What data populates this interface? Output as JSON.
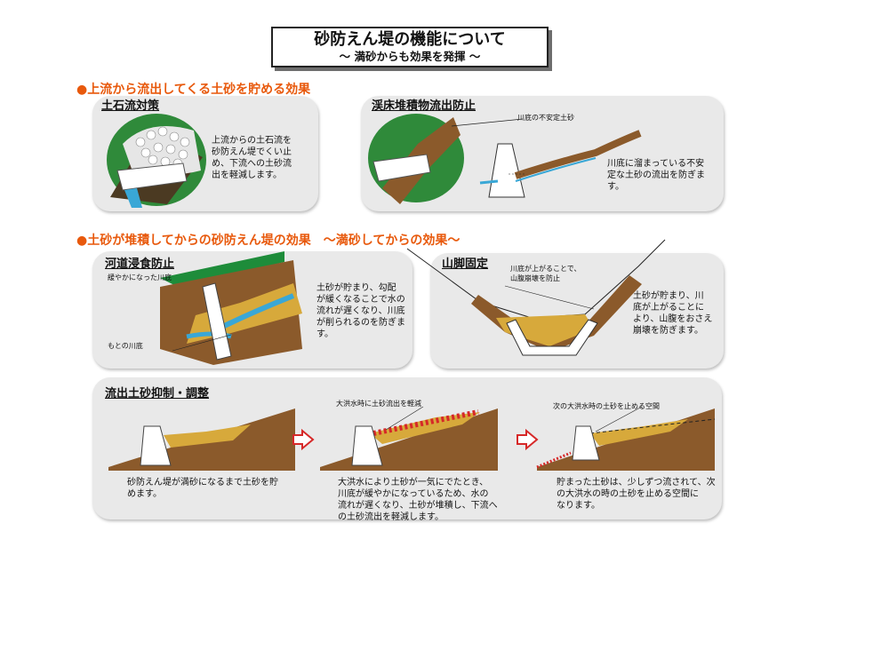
{
  "title": {
    "main": "砂防えん堤の機能について",
    "subtitle": "～ 満砂からも効果を発揮 ～"
  },
  "sections": [
    {
      "heading": "●上流から流出してくる土砂を貯める効果"
    },
    {
      "heading": "●土砂が堆積してからの砂防えん堤の効果　～満砂してからの効果～"
    }
  ],
  "panels": {
    "debris_flow": {
      "title": "土石流対策",
      "text": "上流からの土石流を\n砂防えん堤でくい止\nめ、下流への土砂流\n出を軽減します。"
    },
    "bed_sediment": {
      "title": "渓床堆積物流出防止",
      "label": "川底の不安定土砂",
      "text": "川底に溜まっている不安\n定な土砂の流出を防ぎま\nす。"
    },
    "erosion": {
      "title": "河道浸食防止",
      "label_gentle": "緩やかになった川底",
      "label_original": "もとの川底",
      "text": "土砂が貯まり、勾配\nが緩くなることで水の\n流れが遅くなり、川底\nが削られるのを防ぎま\nす。"
    },
    "slope": {
      "title": "山脚固定",
      "label": "川底が上がることで、\n山腹崩壊を防止",
      "text": "土砂が貯まり、川\n底が上がることに\nより、山腹をおさえ\n崩壊を防ぎます。"
    },
    "control": {
      "title": "流出土砂抑制・調整",
      "steps": [
        {
          "label": "",
          "text": "砂防えん堤が満砂になるまで土砂を貯\nめます。"
        },
        {
          "label": "大洪水時に土砂流出を軽減",
          "text": "大洪水により土砂が一気にでたとき、\n川底が緩やかになっているため、水の\n流れが遅くなり、土砂が堆積し、下流へ\nの土砂流出を軽減します。"
        },
        {
          "label": "次の大洪水時の土砂を止める空間",
          "text": "貯まった土砂は、少しずつ流されて、次\nの大洪水の時の土砂を止める空間に\nなります。"
        }
      ]
    }
  },
  "colors": {
    "section_heading": "#e8590c",
    "panel_bg": "#e9e9e9",
    "soil": "#8b5a2b",
    "sediment": "#d7a93b",
    "water": "#39a7d6",
    "forest": "#2f8a3a",
    "arrow": "#d62828"
  }
}
